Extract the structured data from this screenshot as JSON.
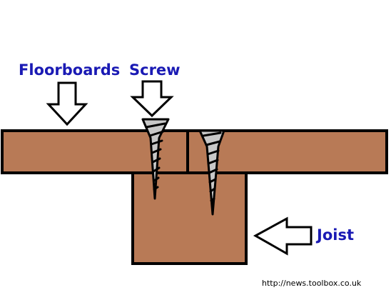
{
  "labels": {
    "floorboards": "Floorboards",
    "screw": "Screw",
    "joist": "Joist"
  },
  "source_url": "http://news.toolbox.co.uk",
  "colors": {
    "wood": "#b87a56",
    "outline": "#000000",
    "label_text": "#1a1ab4",
    "screw_metal": "#c8c8c8",
    "arrow_fill": "#ffffff"
  },
  "icons": {
    "floorboards_pointer": "arrow-down-icon",
    "screw_pointer": "arrow-down-icon",
    "joist_pointer": "arrow-left-icon"
  }
}
